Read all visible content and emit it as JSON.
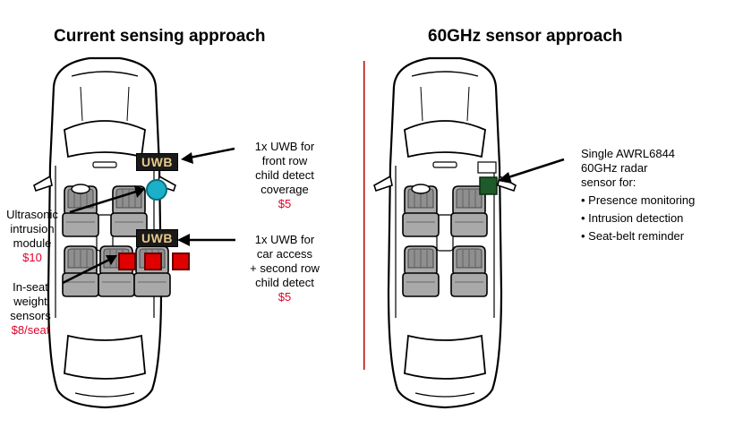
{
  "left": {
    "title": "Current sensing approach",
    "uwb_front_badge": "UWB",
    "uwb_rear_badge": "UWB",
    "uwb_front": {
      "lines": [
        "1x UWB for",
        "front row",
        "child detect",
        "coverage"
      ],
      "cost": "$5"
    },
    "uwb_rear": {
      "lines": [
        "1x UWB for",
        "car access",
        "+ second row",
        "child detect"
      ],
      "cost": "$5"
    },
    "ultrasonic": {
      "lines": [
        "Ultrasonic",
        "intrusion",
        "module"
      ],
      "cost": "$10"
    },
    "weight": {
      "lines": [
        "In-seat",
        "weight",
        "sensors"
      ],
      "cost": "$8/seat"
    }
  },
  "right": {
    "title": "60GHz sensor approach",
    "sensor_lines": [
      "Single AWRL6844",
      "60GHz radar",
      "sensor for:"
    ],
    "features": [
      "• Presence monitoring",
      "• Intrusion detection",
      "• Seat-belt reminder"
    ]
  },
  "colors": {
    "divider": "#c00000",
    "cost": "#e4002b",
    "uwb_badge_bg": "#1a1a1a",
    "uwb_badge_text": "#e8c98a",
    "ultrasonic": "#1ab0c8",
    "weight_sensor": "#e00000",
    "radar": "#1f5a2a"
  },
  "icons": [
    "car-top-view-icon",
    "seat-icon"
  ]
}
